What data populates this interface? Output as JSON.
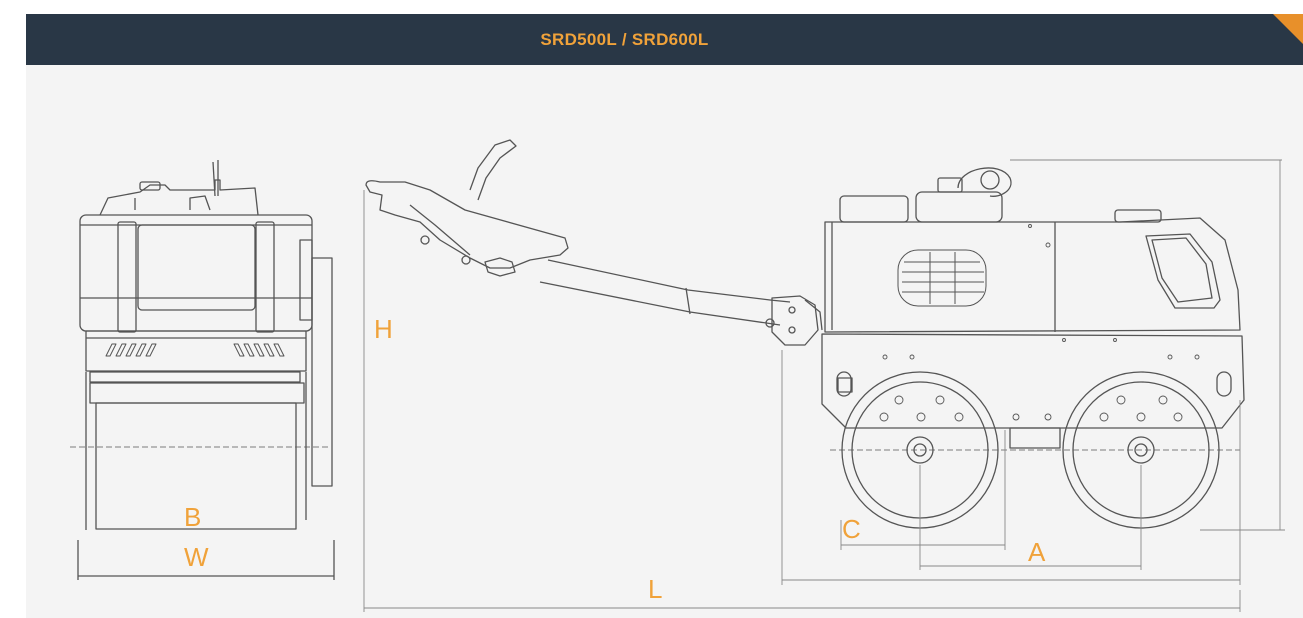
{
  "header": {
    "title": "SRD500L  /  SRD600L"
  },
  "dimensions": {
    "H": "H",
    "B": "B",
    "W": "W",
    "C": "C",
    "A": "A",
    "L": "L"
  },
  "colors": {
    "header_bg": "#293746",
    "accent": "#f0a23a",
    "line": "#555555"
  }
}
